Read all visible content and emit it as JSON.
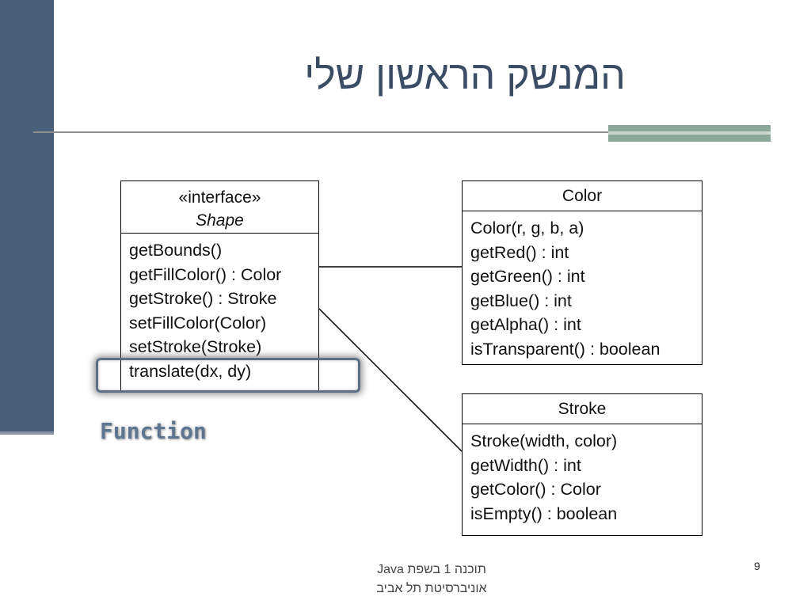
{
  "slide": {
    "title": "המנשק הראשון שלי",
    "annotation": "Function",
    "footer_line1": "תוכנה 1 בשפת Java",
    "footer_line2": "אוניברסיטת תל אביב",
    "page_number": "9"
  },
  "diagram": {
    "shape": {
      "stereotype": "«interface»",
      "name": "Shape",
      "methods": [
        "getBounds()",
        "getFillColor() : Color",
        "getStroke() : Stroke",
        "setFillColor(Color)",
        "setStroke(Stroke)",
        "translate(dx, dy)"
      ]
    },
    "color": {
      "name": "Color",
      "methods": [
        "Color(r, g, b, a)",
        "getRed() : int",
        "getGreen() : int",
        "getBlue() : int",
        "getAlpha() : int",
        "isTransparent() : boolean"
      ]
    },
    "stroke": {
      "name": "Stroke",
      "methods": [
        "Stroke(width, color)",
        "getWidth() : int",
        "getColor() : Color",
        "isEmpty() : boolean"
      ]
    }
  },
  "colors": {
    "sidebar": "#4a5f7a",
    "title": "#3b4d64",
    "accent": "#8aa89a",
    "highlight": "#5b6f86"
  }
}
